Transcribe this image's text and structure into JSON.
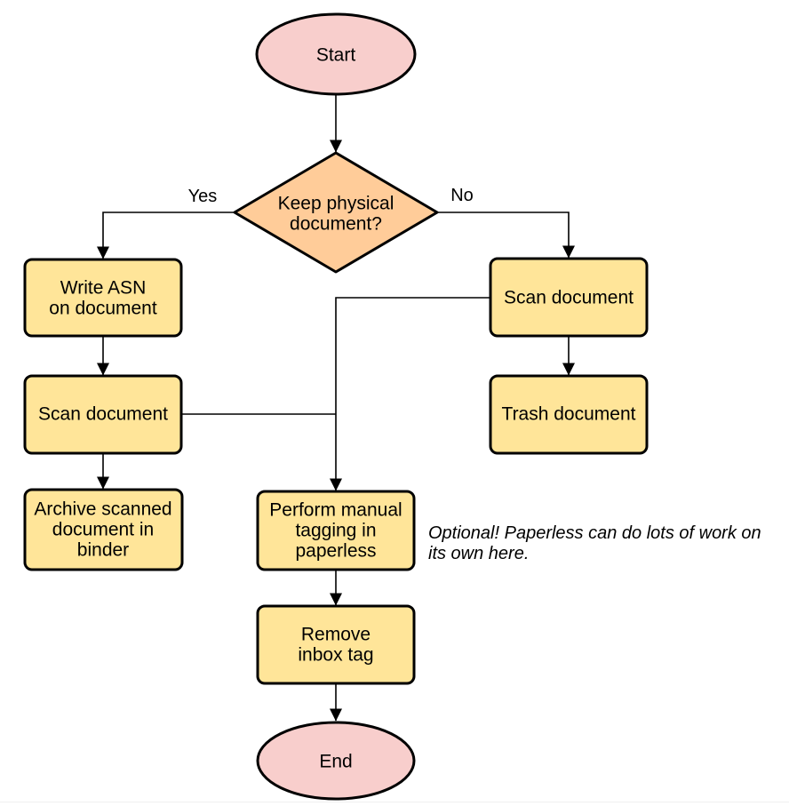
{
  "diagram": {
    "background": "#ffffff",
    "bottom_rule_color": "#f0f0f0",
    "colors": {
      "terminal_fill": "#F8CECC",
      "decision_fill": "#FFCC99",
      "process_fill": "#FFE599",
      "stroke": "#000000",
      "connector": "#000000",
      "text": "#000000"
    },
    "nodes": {
      "start": {
        "type": "terminal",
        "label": "Start"
      },
      "keep_physical": {
        "type": "decision",
        "lines": [
          "Keep physical",
          "document?"
        ]
      },
      "write_asn": {
        "type": "process",
        "lines": [
          "Write ASN",
          "on document"
        ]
      },
      "scan_document_left": {
        "type": "process",
        "lines": [
          "Scan document"
        ]
      },
      "archive_binder": {
        "type": "process",
        "lines": [
          "Archive scanned",
          "document in",
          "binder"
        ]
      },
      "scan_document_right": {
        "type": "process",
        "lines": [
          "Scan document"
        ]
      },
      "trash_document": {
        "type": "process",
        "lines": [
          "Trash document"
        ]
      },
      "manual_tagging": {
        "type": "process",
        "lines": [
          "Perform manual",
          "tagging in",
          "paperless"
        ]
      },
      "remove_inbox_tag": {
        "type": "process",
        "lines": [
          "Remove",
          "inbox tag"
        ]
      },
      "end": {
        "type": "terminal",
        "label": "End"
      }
    },
    "edge_labels": {
      "yes": "Yes",
      "no": "No"
    },
    "annotation": {
      "lines": [
        "Optional! Paperless can do lots of work on",
        "its own here."
      ]
    }
  }
}
